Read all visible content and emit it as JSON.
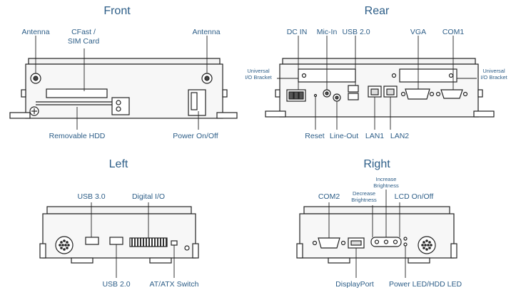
{
  "views": {
    "front": {
      "title": "Front",
      "labels": {
        "antenna_left": "Antenna",
        "cfast_line1": "CFast /",
        "cfast_line2": "SIM Card",
        "antenna_right": "Antenna",
        "removable_hdd": "Removable HDD",
        "power": "Power On/Off"
      }
    },
    "rear": {
      "title": "Rear",
      "labels": {
        "dc_in": "DC IN",
        "mic_in": "Mic-In",
        "usb20": "USB 2.0",
        "vga": "VGA",
        "com1": "COM1",
        "bracket_left_1": "Universal",
        "bracket_left_2": "I/O Bracket",
        "bracket_right_1": "Universal",
        "bracket_right_2": "I/O Bracket",
        "reset": "Reset",
        "line_out": "Line-Out",
        "lan1": "LAN1",
        "lan2": "LAN2"
      }
    },
    "left": {
      "title": "Left",
      "labels": {
        "usb30": "USB 3.0",
        "digital_io": "Digital I/O",
        "usb20": "USB 2.0",
        "at_atx": "AT/ATX Switch"
      }
    },
    "right": {
      "title": "Right",
      "labels": {
        "increase_1": "Increase",
        "increase_2": "Brightness",
        "decrease_1": "Decrease",
        "decrease_2": "Brightness",
        "com2": "COM2",
        "lcd": "LCD On/Off",
        "displayport": "DisplayPort",
        "power_led": "Power LED/HDD LED"
      }
    }
  },
  "colors": {
    "label": "#2c5d87",
    "line": "#222222",
    "device_fill": "#f4f4f4",
    "device_stroke": "#222222"
  }
}
